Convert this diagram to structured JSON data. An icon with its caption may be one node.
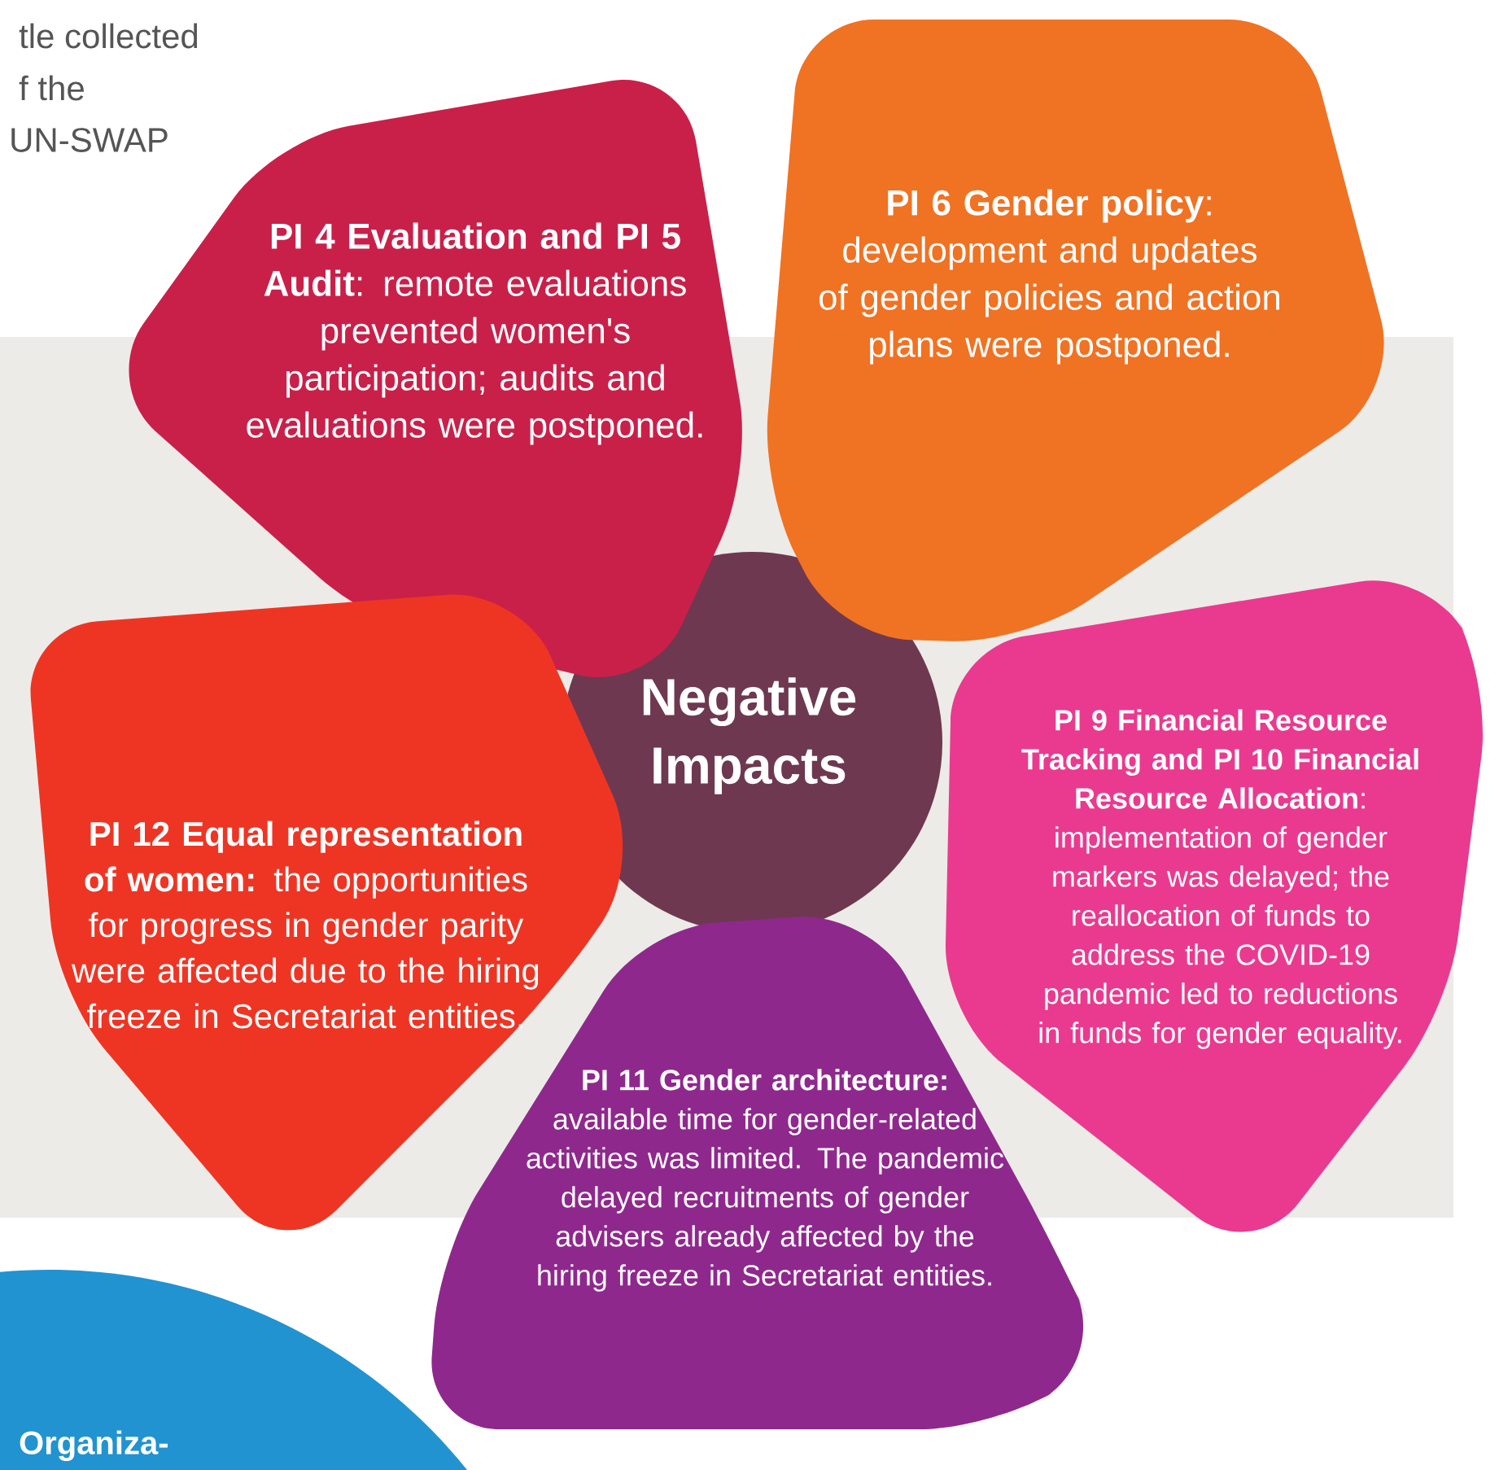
{
  "diagram": {
    "nodes": [
      {
        "text": [
          "Negative Impacts"
        ]
      },
      {
        "text": [
          "**PI 4 Evaluation and PI 5 Audit**: remote evaluations prevented women's participation; audits and evaluations were postponed."
        ]
      },
      {
        "text": [
          "**PI 6 Gender policy**: development and updates of gender policies and action plans were postponed."
        ]
      },
      {
        "text": [
          "**PI 9 Financial Resource Tracking and PI 10 Financial Resource Allocation**: implementation of gender markers was delayed; the reallocation of funds to address the COVID-19 pandemic led to reductions in funds for gender equality."
        ]
      },
      {
        "text": [
          "**PI 11 Gender architecture:** available time for gender-related activities was limited. The pandemic delayed recruitments of gender advisers already affected by the hiring freeze in Secretariat entities."
        ]
      },
      {
        "text": [
          "**PI 12 Equal representation of women:** the opportunities for progress in gender parity were affected due to the hiring freeze in Secretariat entities."
        ]
      },
      {
        "text": [
          "Organiza-"
        ]
      }
    ],
    "labels": [
      "tle collected",
      "f the",
      "UN-SWAP"
    ]
  }
}
